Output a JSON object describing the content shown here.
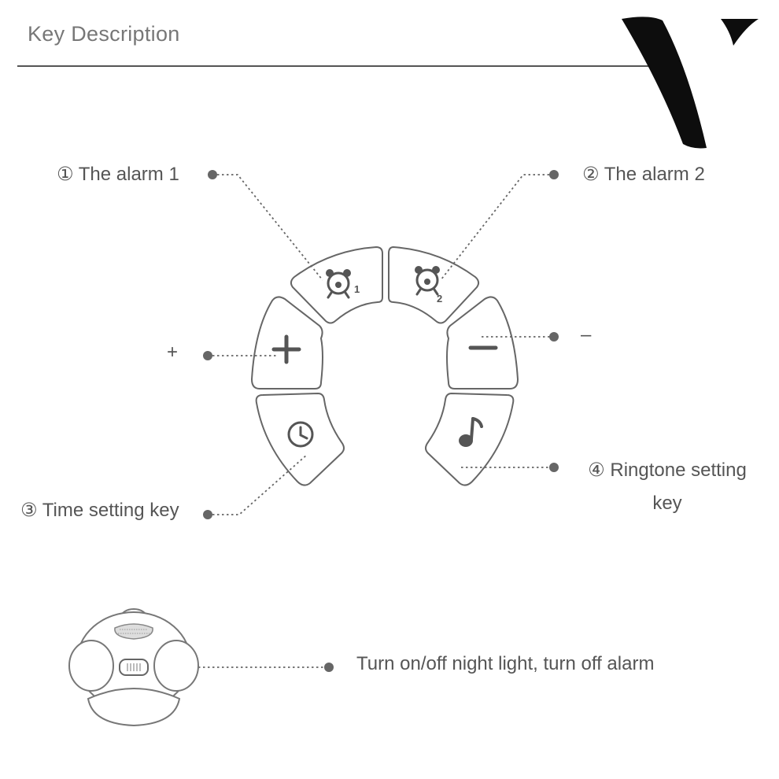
{
  "header": {
    "title": "Key Description"
  },
  "logo": {
    "icon": "brand-v-logo",
    "color": "#0d0d0d"
  },
  "keys": {
    "alarm1": {
      "label": "① The alarm 1",
      "icon": "alarm-clock-1-icon"
    },
    "alarm2": {
      "label": "② The alarm 2",
      "icon": "alarm-clock-2-icon"
    },
    "plus": {
      "label": "+",
      "icon": "plus-icon"
    },
    "minus": {
      "label": "–",
      "icon": "minus-icon"
    },
    "time": {
      "label": "③ Time setting key",
      "icon": "clock-icon"
    },
    "ringtone": {
      "label": "④ Ringtone setting key",
      "icon": "music-note-icon"
    }
  },
  "device": {
    "night_light_label": "Turn on/off night light, turn off alarm",
    "icon": "night-light-switch-icon"
  },
  "colors": {
    "line": "#555555",
    "text": "#555555",
    "key_fill": "#ffffff"
  }
}
